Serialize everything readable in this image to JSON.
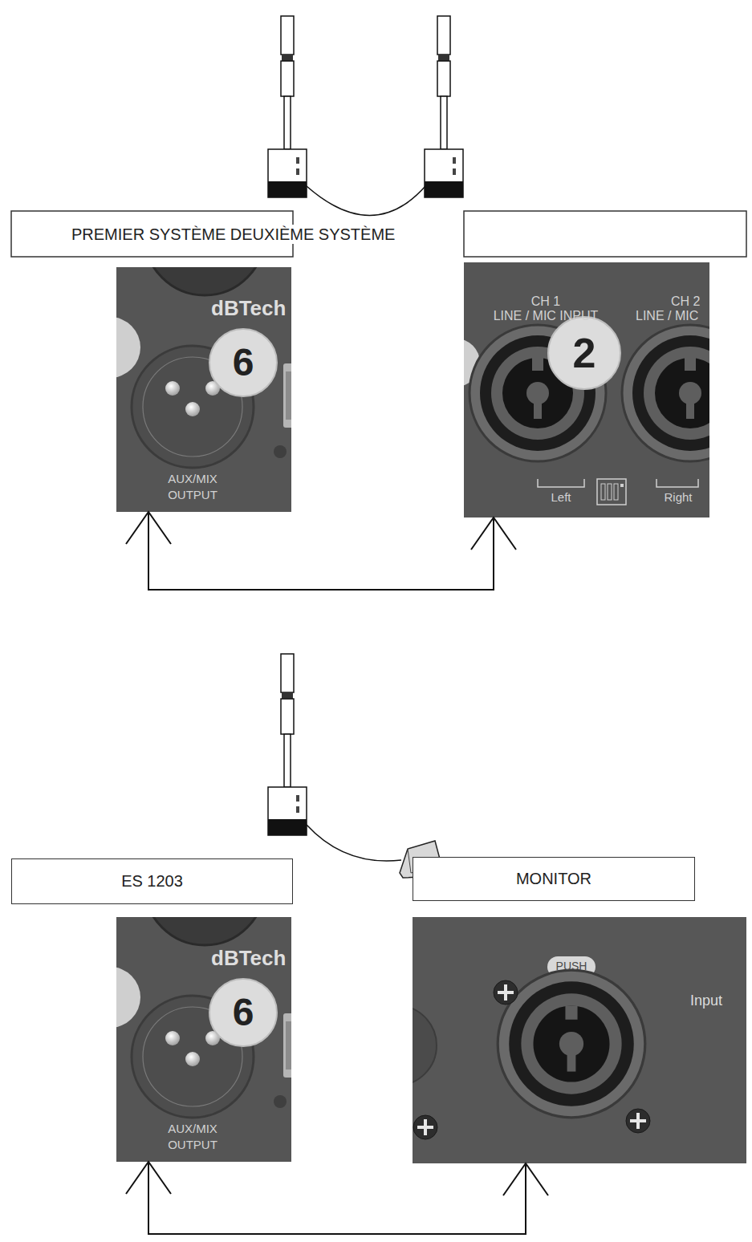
{
  "diagram": {
    "nodes": [
      {
        "text": [
          "dBTech",
          "6",
          "AUX/MIX OUTPUT"
        ]
      },
      {
        "text": [
          "CH 1",
          "LINE / MIC INPUT",
          "CH 2",
          "LINE / MIC",
          "2",
          "Left",
          "Right"
        ]
      },
      {
        "text": [
          "ES 1203"
        ]
      },
      {
        "text": [
          "MONITOR"
        ]
      },
      {
        "text": [
          "dBTech",
          "6",
          "AUX/MIX OUTPUT"
        ]
      },
      {
        "text": [
          "PUSH",
          "Input"
        ]
      }
    ],
    "edges": [
      {
        "from": 0,
        "to": 1,
        "arrow": "both"
      },
      {
        "from": 4,
        "to": 5,
        "arrow": "both"
      }
    ],
    "labels": [
      "PREMIER SYSTÈME DEUXIÈME SYSTÈME"
    ]
  }
}
